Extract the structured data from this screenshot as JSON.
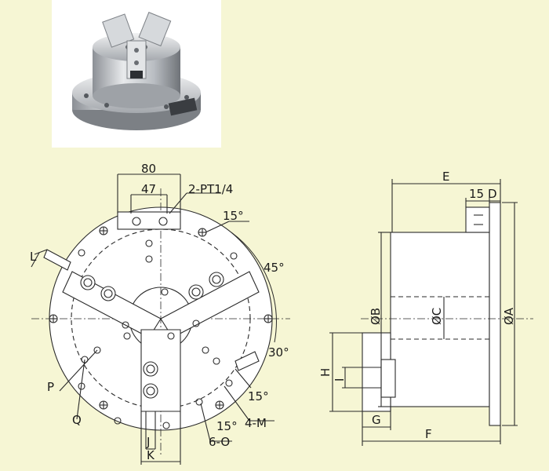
{
  "colors": {
    "background": "#f6f6d4",
    "line": "#2a2a2a",
    "part_fill": "#ffffff",
    "photo_bg": "#ffffff"
  },
  "photo": {
    "icon": "three-jaw-chuck-photo"
  },
  "front_view": {
    "dim_overall_width": "80",
    "dim_port_spacing": "47",
    "port_label": "2-PT1/4",
    "angle_top": "15°",
    "angle_arc": "45°",
    "angle_side": "30°",
    "angle_lower": "15°",
    "angle_bottom": "15°",
    "label_L": "L",
    "label_P": "P",
    "label_Q": "Q",
    "label_J": "J",
    "label_K": "K",
    "label_4M": "4-M",
    "label_6O": "6-O"
  },
  "side_view": {
    "label_E": "E",
    "label_15": "15",
    "label_D": "D",
    "label_B": "ØB",
    "label_C": "ØC",
    "label_A": "ØA",
    "label_H": "H",
    "label_I": "I",
    "label_G": "G",
    "label_F": "F"
  }
}
